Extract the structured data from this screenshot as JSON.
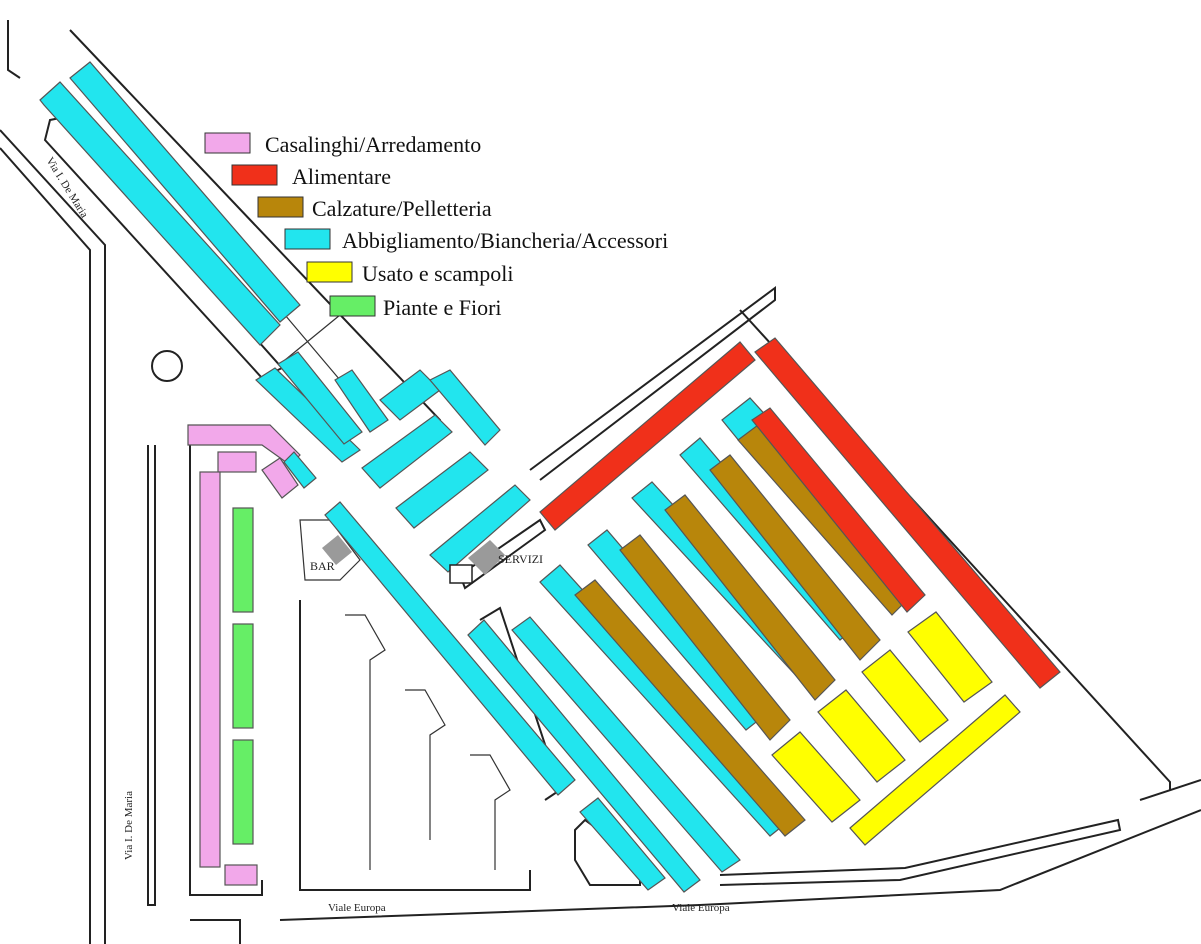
{
  "legend": [
    {
      "label": "Casalinghi/Arredamento",
      "color": "#f2a8ea"
    },
    {
      "label": "Alimentare",
      "color": "#f0301a"
    },
    {
      "label": "Calzature/Pelletteria",
      "color": "#b8860b"
    },
    {
      "label": "Abbigliamento/Biancheria/Accessori",
      "color": "#22e5ee"
    },
    {
      "label": "Usato e scampoli",
      "color": "#ffff00"
    },
    {
      "label": "Piante e Fiori",
      "color": "#66ee66"
    }
  ],
  "labels": {
    "bar": "BAR",
    "servizi": "SERVIZI",
    "street_top": "Via I. De Maria",
    "street_left": "Via I. De Maria",
    "viale_europa_1": "Viale Europa",
    "viale_europa_2": "Viale Europa"
  },
  "colors": {
    "casalinghi": "#f2a8ea",
    "alimentare": "#f0301a",
    "calzature": "#b8860b",
    "abbigliamento": "#22e5ee",
    "usato": "#ffff00",
    "piante": "#66ee66",
    "service": "#9a9a9a"
  }
}
